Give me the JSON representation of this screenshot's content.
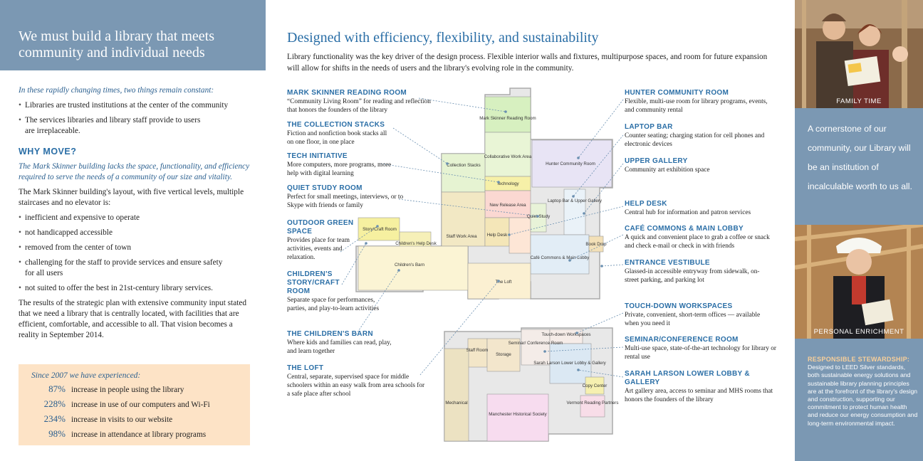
{
  "left": {
    "header": "We must build a library that meets community and individual needs",
    "intro": "In these rapidly changing times, two things remain constant:",
    "constants": [
      "Libraries are trusted institutions at the center of the community",
      "The services libraries and library staff provide to users",
      "are irreplaceable."
    ],
    "why_move_heading": "WHY MOVE?",
    "why_move_intro": "The Mark Skinner building lacks the space, functionality, and efficiency required to serve the needs of a community of our size and vitality.",
    "layout_text": "The Mark Skinner building's layout, with five vertical levels, multiple staircases and no elevator is:",
    "issues": [
      "inefficient and expensive to operate",
      "not handicapped accessible",
      "removed from the center of town",
      "challenging for the staff to provide services and ensure safety",
      "for all users",
      "not suited to offer the best in 21st-century library services."
    ],
    "conclusion": "The results of the strategic plan with extensive community input stated that we need a library that is centrally located, with facilities that are efficient, comfortable, and accessible to all. That vision becomes a reality in September 2014.",
    "stats": {
      "title": "Since 2007 we have experienced:",
      "rows": [
        {
          "pct": "87%",
          "text": "increase in people using the library"
        },
        {
          "pct": "228%",
          "text": "increase in use of our computers and Wi-Fi"
        },
        {
          "pct": "234%",
          "text": "increase in visits to our website"
        },
        {
          "pct": "98%",
          "text": "increase in attendance at library programs"
        }
      ]
    }
  },
  "middle": {
    "title": "Designed with efficiency, flexibility, and sustainability",
    "intro": "Library functionality was the key driver of the design process. Flexible interior walls and fixtures, multipurpose spaces, and room for future expansion will allow for shifts in the needs of users and the library's evolving role in the community.",
    "callouts_left": [
      {
        "head": "MARK SKINNER READING ROOM",
        "body": "“Community Living Room” for reading and reflection that honors the founders of the library"
      },
      {
        "head": "THE COLLECTION STACKS",
        "body": "Fiction and nonfiction book stacks all on one floor, in one place"
      },
      {
        "head": "TECH INITIATIVE",
        "body": "More computers, more programs, more help with digital learning"
      },
      {
        "head": "QUIET STUDY ROOM",
        "body": "Perfect for small meetings, interviews, or to Skype with friends or family"
      },
      {
        "head": "OUTDOOR GREEN SPACE",
        "body": "Provides place for team activities, events and relaxation."
      },
      {
        "head": "CHILDREN'S STORY/CRAFT ROOM",
        "body": "Separate space for performances, parties, and play-to-learn activities"
      },
      {
        "head": "THE CHILDREN'S BARN",
        "body": "Where kids and families can read, play, and learn together"
      },
      {
        "head": "THE LOFT",
        "body": "Central, separate, supervised space for middle schoolers within an easy walk from area schools for a safe place after school"
      }
    ],
    "callouts_right": [
      {
        "head": "HUNTER COMMUNITY ROOM",
        "body": "Flexible, multi-use room for library programs, events, and community rental"
      },
      {
        "head": "LAPTOP BAR",
        "body": "Counter seating; charging station for cell phones and electronic devices"
      },
      {
        "head": "UPPER GALLERY",
        "body": "Community art exhibition space"
      },
      {
        "head": "HELP DESK",
        "body": "Central hub for information and patron services"
      },
      {
        "head": "CAFÉ COMMONS & MAIN LOBBY",
        "body": "A quick and convenient place to grab a coffee or snack and check e-mail or check in with friends"
      },
      {
        "head": "ENTRANCE VESTIBULE",
        "body": "Glassed-in accessible entryway from sidewalk, on-street parking, and parking lot"
      },
      {
        "head": "TOUCH-DOWN WORKSPACES",
        "body": "Private, convenient, short-term offices — available when you need it"
      },
      {
        "head": "SEMINAR/CONFERENCE ROOM",
        "body": "Multi-use space, state-of-the-art technology for library or rental use"
      },
      {
        "head": "SARAH LARSON LOWER LOBBY & GALLERY",
        "body": "Art gallery area, access to seminar and MHS rooms that honors the founders of the library"
      }
    ],
    "plan_labels": {
      "reading_room": "Mark Skinner Reading Room",
      "collaborative": "Collaborative Work Area",
      "collection": "Collection Stacks",
      "technology": "Technology",
      "hunter": "Hunter Community Room",
      "new_release": "New Release Area",
      "laptop": "Laptop Bar & Upper Gallery",
      "quiet": "Quiet Study",
      "help": "Help Desk",
      "staff_work": "Staff Work Area",
      "story_craft": "Story/Craft Room",
      "childrens_help": "Children's Help Desk",
      "childrens_barn": "Children's Barn",
      "cafe": "Café Commons & Main Lobby",
      "book_drop": "Book Drop",
      "loft": "The Loft",
      "staff_room": "Staff Room",
      "storage": "Storage",
      "seminar": "Seminar/ Conference Room",
      "touchdown": "Touch-down Workspaces",
      "sarah_larson": "Sarah Larson Lower Lobby & Gallery",
      "copy": "Copy Center",
      "vermont": "Vermont Reading Partners",
      "mechanical": "Mechanical",
      "manchester": "Manchester Historical Society"
    }
  },
  "right": {
    "photo1_caption": "FAMILY TIME",
    "quote": "A cornerstone of our community, our Library will be an institution of incalculable worth to us all.",
    "photo2_caption": "PERSONAL ENRICHMENT",
    "stewardship_heading": "RESPONSIBLE STEWARDSHIP:",
    "stewardship_text": "Designed to LEED Silver standards, both sustainable energy solutions and sustainable library planning principles are at the forefront of the library's design and construction, supporting our commitment to protect human health and reduce our energy consumption and long-term environmental impact."
  },
  "colors": {
    "accent_blue": "#2a6ea6",
    "panel_blue": "#7b98b3",
    "stats_peach": "#fde3c6",
    "steward_orange": "#f8cf9a"
  }
}
